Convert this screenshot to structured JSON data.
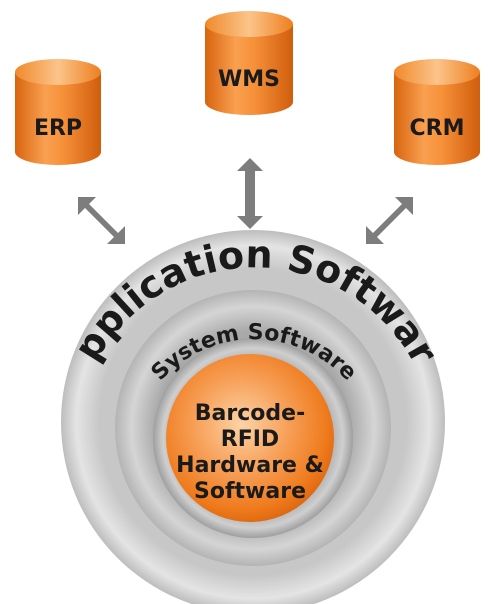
{
  "databases": [
    {
      "id": "erp",
      "label": "ERP"
    },
    {
      "id": "wms",
      "label": "WMS"
    },
    {
      "id": "crm",
      "label": "CRM"
    }
  ],
  "layers": {
    "application": "Application Software",
    "system": "System Software",
    "core_lines": [
      "Barcode-",
      "RFID",
      "Hardware &",
      "Software"
    ]
  },
  "colors": {
    "orange": "#f07d1e",
    "orange_light": "#f9b26e",
    "orange_dark": "#d8640f",
    "gray_ring": "#dcdcdc",
    "gray_mid": "#b9b9b9",
    "gray_arrow": "#7d7d7d",
    "text": "#1a1a1a"
  }
}
